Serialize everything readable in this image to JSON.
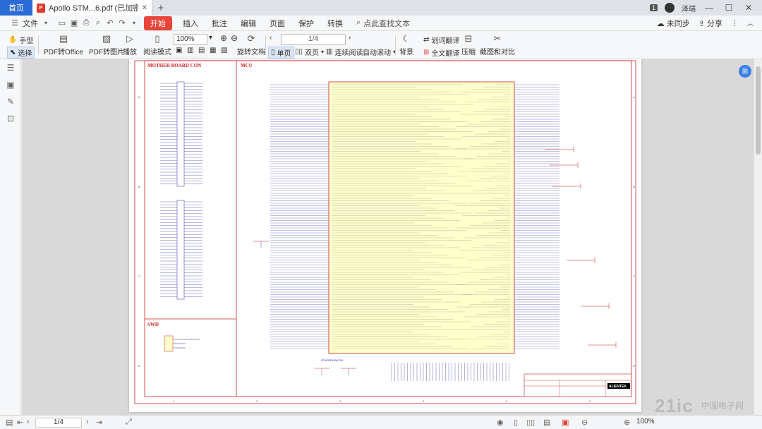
{
  "tabs": {
    "home": "首页",
    "doc_title": "Apollo STM...6.pdf (已加密)",
    "add": "+",
    "page_num": "1",
    "user_name": "泽瑞"
  },
  "menu": {
    "file": "文件",
    "start": "开始",
    "items": [
      "插入",
      "批注",
      "编辑",
      "页面",
      "保护",
      "转换"
    ],
    "search": "点此查找文本",
    "sync": "未同步",
    "share": "分享"
  },
  "toolbar": {
    "hand": "手型",
    "select": "选择",
    "pdf_to_office": "PDF转Office",
    "pdf_to_image": "PDF转图片",
    "play": "播放",
    "read_mode": "阅读模式",
    "zoom": "100%",
    "page": "1/4",
    "rotate": "旋转文档",
    "single": "单页",
    "double": "双页",
    "continuous": "连续阅读",
    "auto_scroll": "自动滚动",
    "background": "背景",
    "translate_select": "划词翻译",
    "translate_full": "全文翻译",
    "compress": "压缩",
    "screenshot_compare": "截图和对比"
  },
  "schematic": {
    "mother_board": "MOTHER BOARD CON",
    "mcu": "MCU",
    "swd": "SWD",
    "chip": "STM32F429IGT6",
    "brand": "ALIENTEK",
    "row_labels": [
      "A",
      "B",
      "C",
      "D"
    ],
    "col_labels": [
      "1",
      "2",
      "3",
      "4",
      "5",
      "6"
    ]
  },
  "status": {
    "page": "1/4",
    "zoom": "100%"
  },
  "watermark": {
    "main": "21ic",
    "sub": "中国电子网"
  },
  "colors": {
    "accent_blue": "#2b6bd6",
    "start_red": "#e9453a",
    "schematic_red": "#cc2020",
    "schematic_blue": "#2a2aa8",
    "chip_fill": "#ffffcc"
  }
}
